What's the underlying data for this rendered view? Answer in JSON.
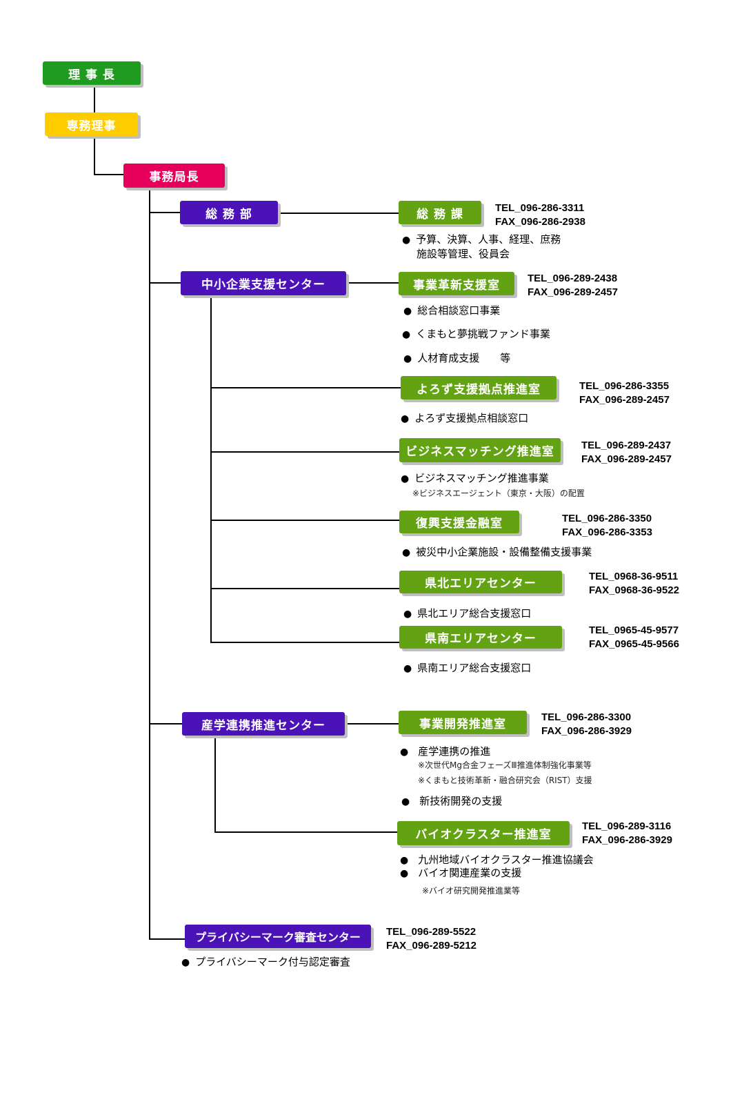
{
  "colors": {
    "green": "#1f9b1f",
    "yellow": "#ffcc00",
    "red": "#e6005c",
    "purple": "#4b12b8",
    "olive": "#63a313"
  },
  "bullet": "●",
  "chairman": "理 事 長",
  "exec_director": "専務理事",
  "secretary_general": "事務局長",
  "general_affairs": {
    "dept": "総 務 部",
    "section": "総 務 課",
    "tel": "TEL_096-286-3311",
    "fax": "FAX_096-286-2938",
    "item1_line1": "予算、決算、人事、経理、庶務",
    "item1_line2": "施設等管理、役員会"
  },
  "sme_center": {
    "name": "中小企業支援センター",
    "innovation": {
      "name": "事業革新支援室",
      "tel": "TEL_096-289-2438",
      "fax": "FAX_096-289-2457",
      "items": [
        "総合相談窓口事業",
        "くまもと夢挑戦ファンド事業",
        "人材育成支援　　等"
      ]
    },
    "yorozu": {
      "name": "よろず支援拠点推進室",
      "tel": "TEL_096-286-3355",
      "fax": "FAX_096-289-2457",
      "item": "よろず支援拠点相談窓口"
    },
    "matching": {
      "name": "ビジネスマッチング推進室",
      "tel": "TEL_096-289-2437",
      "fax": "FAX_096-289-2457",
      "item": "ビジネスマッチング推進事業",
      "note": "※ビジネスエージェント（東京・大阪）の配置"
    },
    "recovery": {
      "name": "復興支援金融室",
      "tel": "TEL_096-286-3350",
      "fax": "FAX_096-286-3353",
      "item": "被災中小企業施設・設備整備支援事業"
    },
    "north": {
      "name": "県北エリアセンター",
      "tel": "TEL_0968-36-9511",
      "fax": "FAX_0968-36-9522",
      "item": "県北エリア総合支援窓口"
    },
    "south": {
      "name": "県南エリアセンター",
      "tel": "TEL_0965-45-9577",
      "fax": "FAX_0965-45-9566",
      "item": "県南エリア総合支援窓口"
    }
  },
  "industry_center": {
    "name": "産学連携推進センター",
    "devel": {
      "name": "事業開発推進室",
      "tel": "TEL_096-286-3300",
      "fax": "FAX_096-286-3929",
      "item1": "産学連携の推進",
      "note1": "※次世代Mg合金フェーズⅢ推進体制強化事業等",
      "note2": "※くまもと技術革新・融合研究会（RIST）支援",
      "item2": "新技術開発の支援"
    },
    "bio": {
      "name": "バイオクラスター推進室",
      "tel": "TEL_096-289-3116",
      "fax": "FAX_096-286-3929",
      "item1": "九州地域バイオクラスター推進協議会",
      "item2": "バイオ関連産業の支援",
      "note": "※バイオ研究開発推進業等"
    }
  },
  "privacy_center": {
    "name": "プライバシーマーク審査センター",
    "tel": "TEL_096-289-5522",
    "fax": "FAX_096-289-5212",
    "item": "プライバシーマーク付与認定審査"
  }
}
